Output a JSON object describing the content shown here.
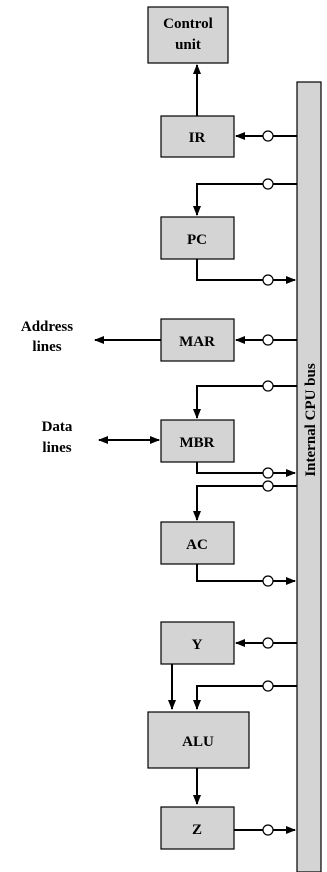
{
  "registers": {
    "control_unit": [
      "Control",
      "unit"
    ],
    "ir": "IR",
    "pc": "PC",
    "mar": "MAR",
    "mbr": "MBR",
    "ac": "AC",
    "y": "Y",
    "alu": "ALU",
    "z": "Z"
  },
  "external": {
    "address_lines": [
      "Address",
      "lines"
    ],
    "data_lines": [
      "Data",
      "lines"
    ]
  },
  "bus": {
    "label": "Internal CPU bus"
  }
}
